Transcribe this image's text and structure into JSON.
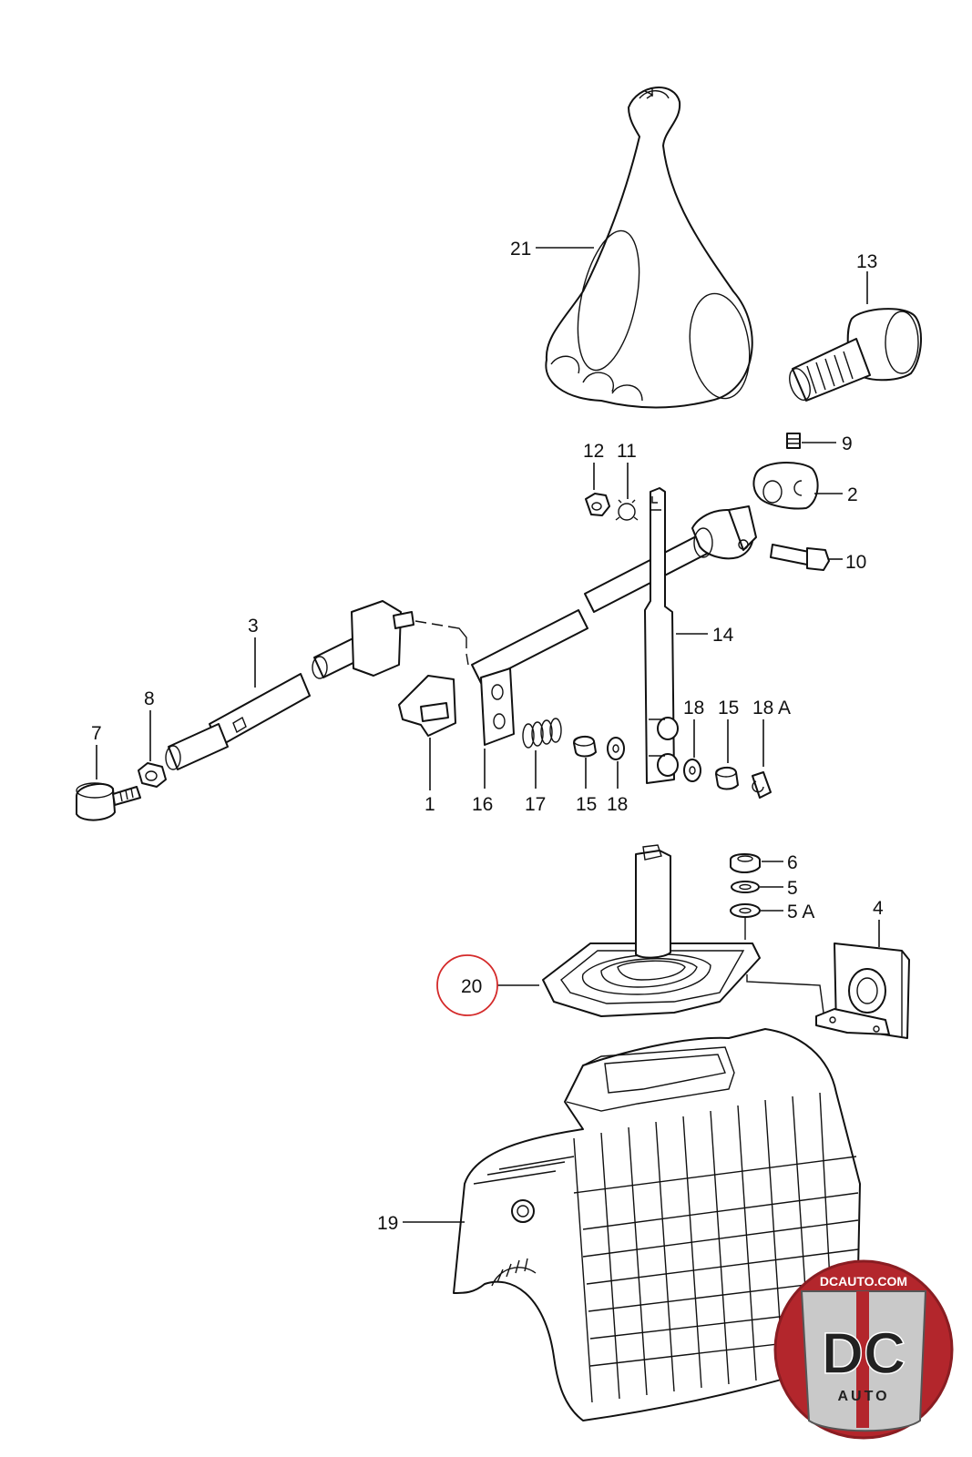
{
  "callouts": {
    "c1": "1",
    "c2": "2",
    "c3": "3",
    "c4": "4",
    "c5": "5",
    "c5a": "5 A",
    "c6": "6",
    "c7": "7",
    "c8": "8",
    "c9": "9",
    "c10": "10",
    "c11": "11",
    "c12": "12",
    "c13": "13",
    "c14": "14",
    "c15a": "15",
    "c15b": "15",
    "c16": "16",
    "c17": "17",
    "c18a": "18",
    "c18b": "18",
    "c18A": "18 A",
    "c19": "19",
    "c20": "20",
    "c21": "21"
  },
  "highlight": {
    "callout": "20",
    "color": "#d42a2a"
  },
  "logo": {
    "site": "DCAUTO.COM",
    "monogram": "DC",
    "word": "AUTO",
    "colors": {
      "red": "#b3262c",
      "silver": "#c9c9c9",
      "dark": "#222222"
    }
  }
}
